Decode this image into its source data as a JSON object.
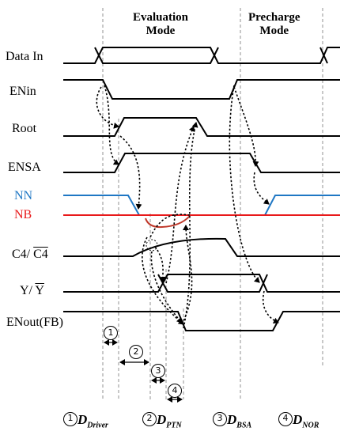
{
  "headers": {
    "evaluation": "Evaluation\nMode",
    "precharge": "Precharge\nMode"
  },
  "signals": {
    "data_in": "Data In",
    "en_in": "ENin",
    "root": "Root",
    "ensa": "ENSA",
    "nn": "NN",
    "nb": "NB",
    "c4_a": "C4/",
    "c4_b": "C4",
    "y_a": "Y/",
    "y_b": "Y",
    "en_out": "ENout(FB)"
  },
  "delay_markers": [
    "1",
    "2",
    "3",
    "4"
  ],
  "footer": [
    {
      "num": "1",
      "main": "D",
      "sub": "Driver"
    },
    {
      "num": "2",
      "main": "D",
      "sub": "PTN"
    },
    {
      "num": "3",
      "main": "D",
      "sub": "BSA"
    },
    {
      "num": "4",
      "main": "D",
      "sub": "NOR"
    }
  ],
  "colors": {
    "nn": "#1f77c4",
    "nb": "#e8191a",
    "trace": "#000000",
    "nb_dip": "#c0392b"
  }
}
